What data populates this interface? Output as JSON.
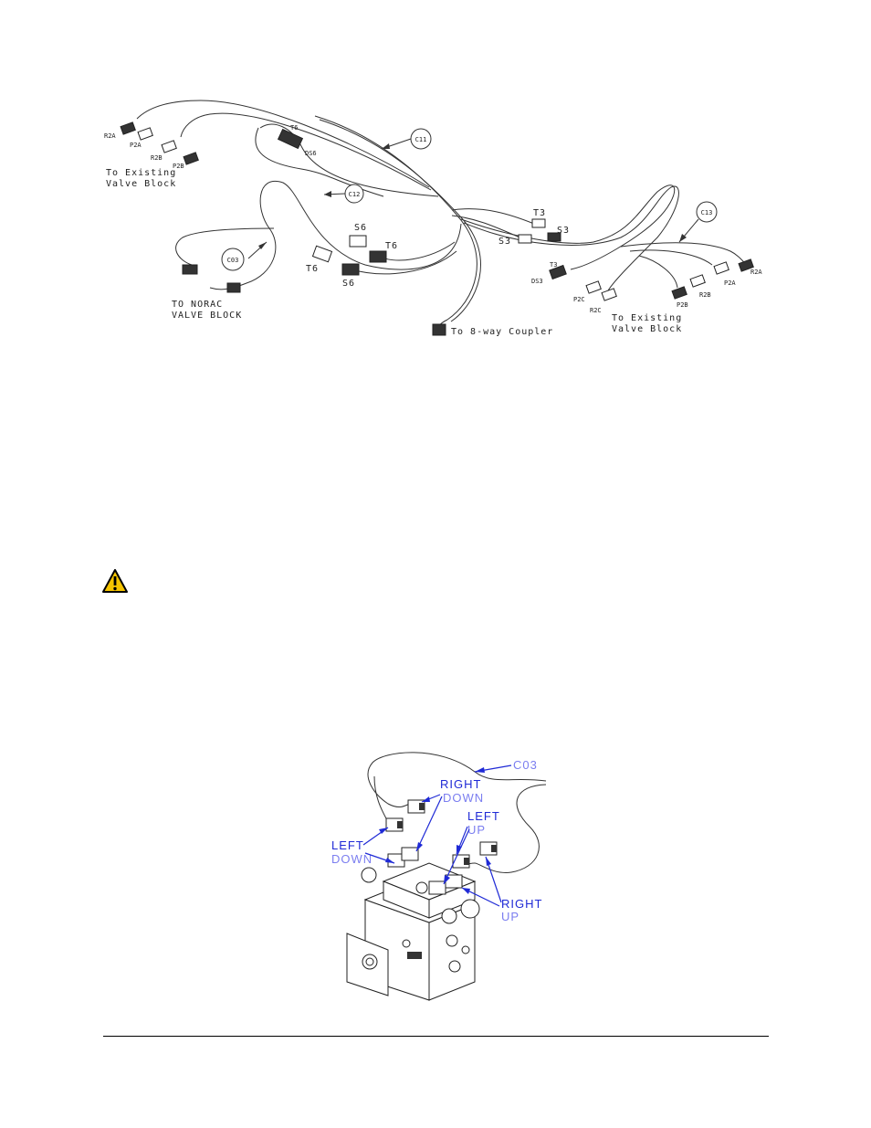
{
  "harness_figure": {
    "callouts": {
      "c11": "C11",
      "c12": "C12",
      "c13": "C13",
      "c03": "C03"
    },
    "left_connectors": {
      "r2a": "R2A",
      "p2a": "P2A",
      "r2b": "R2B",
      "p2b": "P2B"
    },
    "left_caption": [
      "To Existing",
      "Valve Block"
    ],
    "t6_top": "T6",
    "ds6": "DS6",
    "s6_upper": "S6",
    "t6_mid": "T6",
    "t6_left": "T6",
    "s6_lower": "S6",
    "t3": "T3",
    "s3_right": "S3",
    "s3_left": "S3",
    "t3_lower": "T3",
    "ds3": "DS3",
    "right_connectors": {
      "p2c": "P2C",
      "r2c": "R2C",
      "p2b": "P2B",
      "r2b": "R2B",
      "p2a": "P2A",
      "r2a": "R2A"
    },
    "right_caption": [
      "To Existing",
      "Valve Block"
    ],
    "norac_caption": [
      "TO NORAC",
      "VALVE BLOCK"
    ],
    "coupler_caption": "To 8-way Coupler"
  },
  "valve_figure": {
    "c03": "C03",
    "right_down": [
      "RIGHT",
      "DOWN"
    ],
    "left_up": [
      "LEFT",
      "UP"
    ],
    "left_down": [
      "LEFT",
      "DOWN"
    ],
    "right_up": [
      "RIGHT",
      "UP"
    ]
  },
  "icons": {
    "warning": "warning-icon"
  },
  "colors": {
    "label_blue": "#1f2ad6",
    "label_light_blue": "#7b7ef0",
    "warning_yellow": "#f5c400"
  }
}
